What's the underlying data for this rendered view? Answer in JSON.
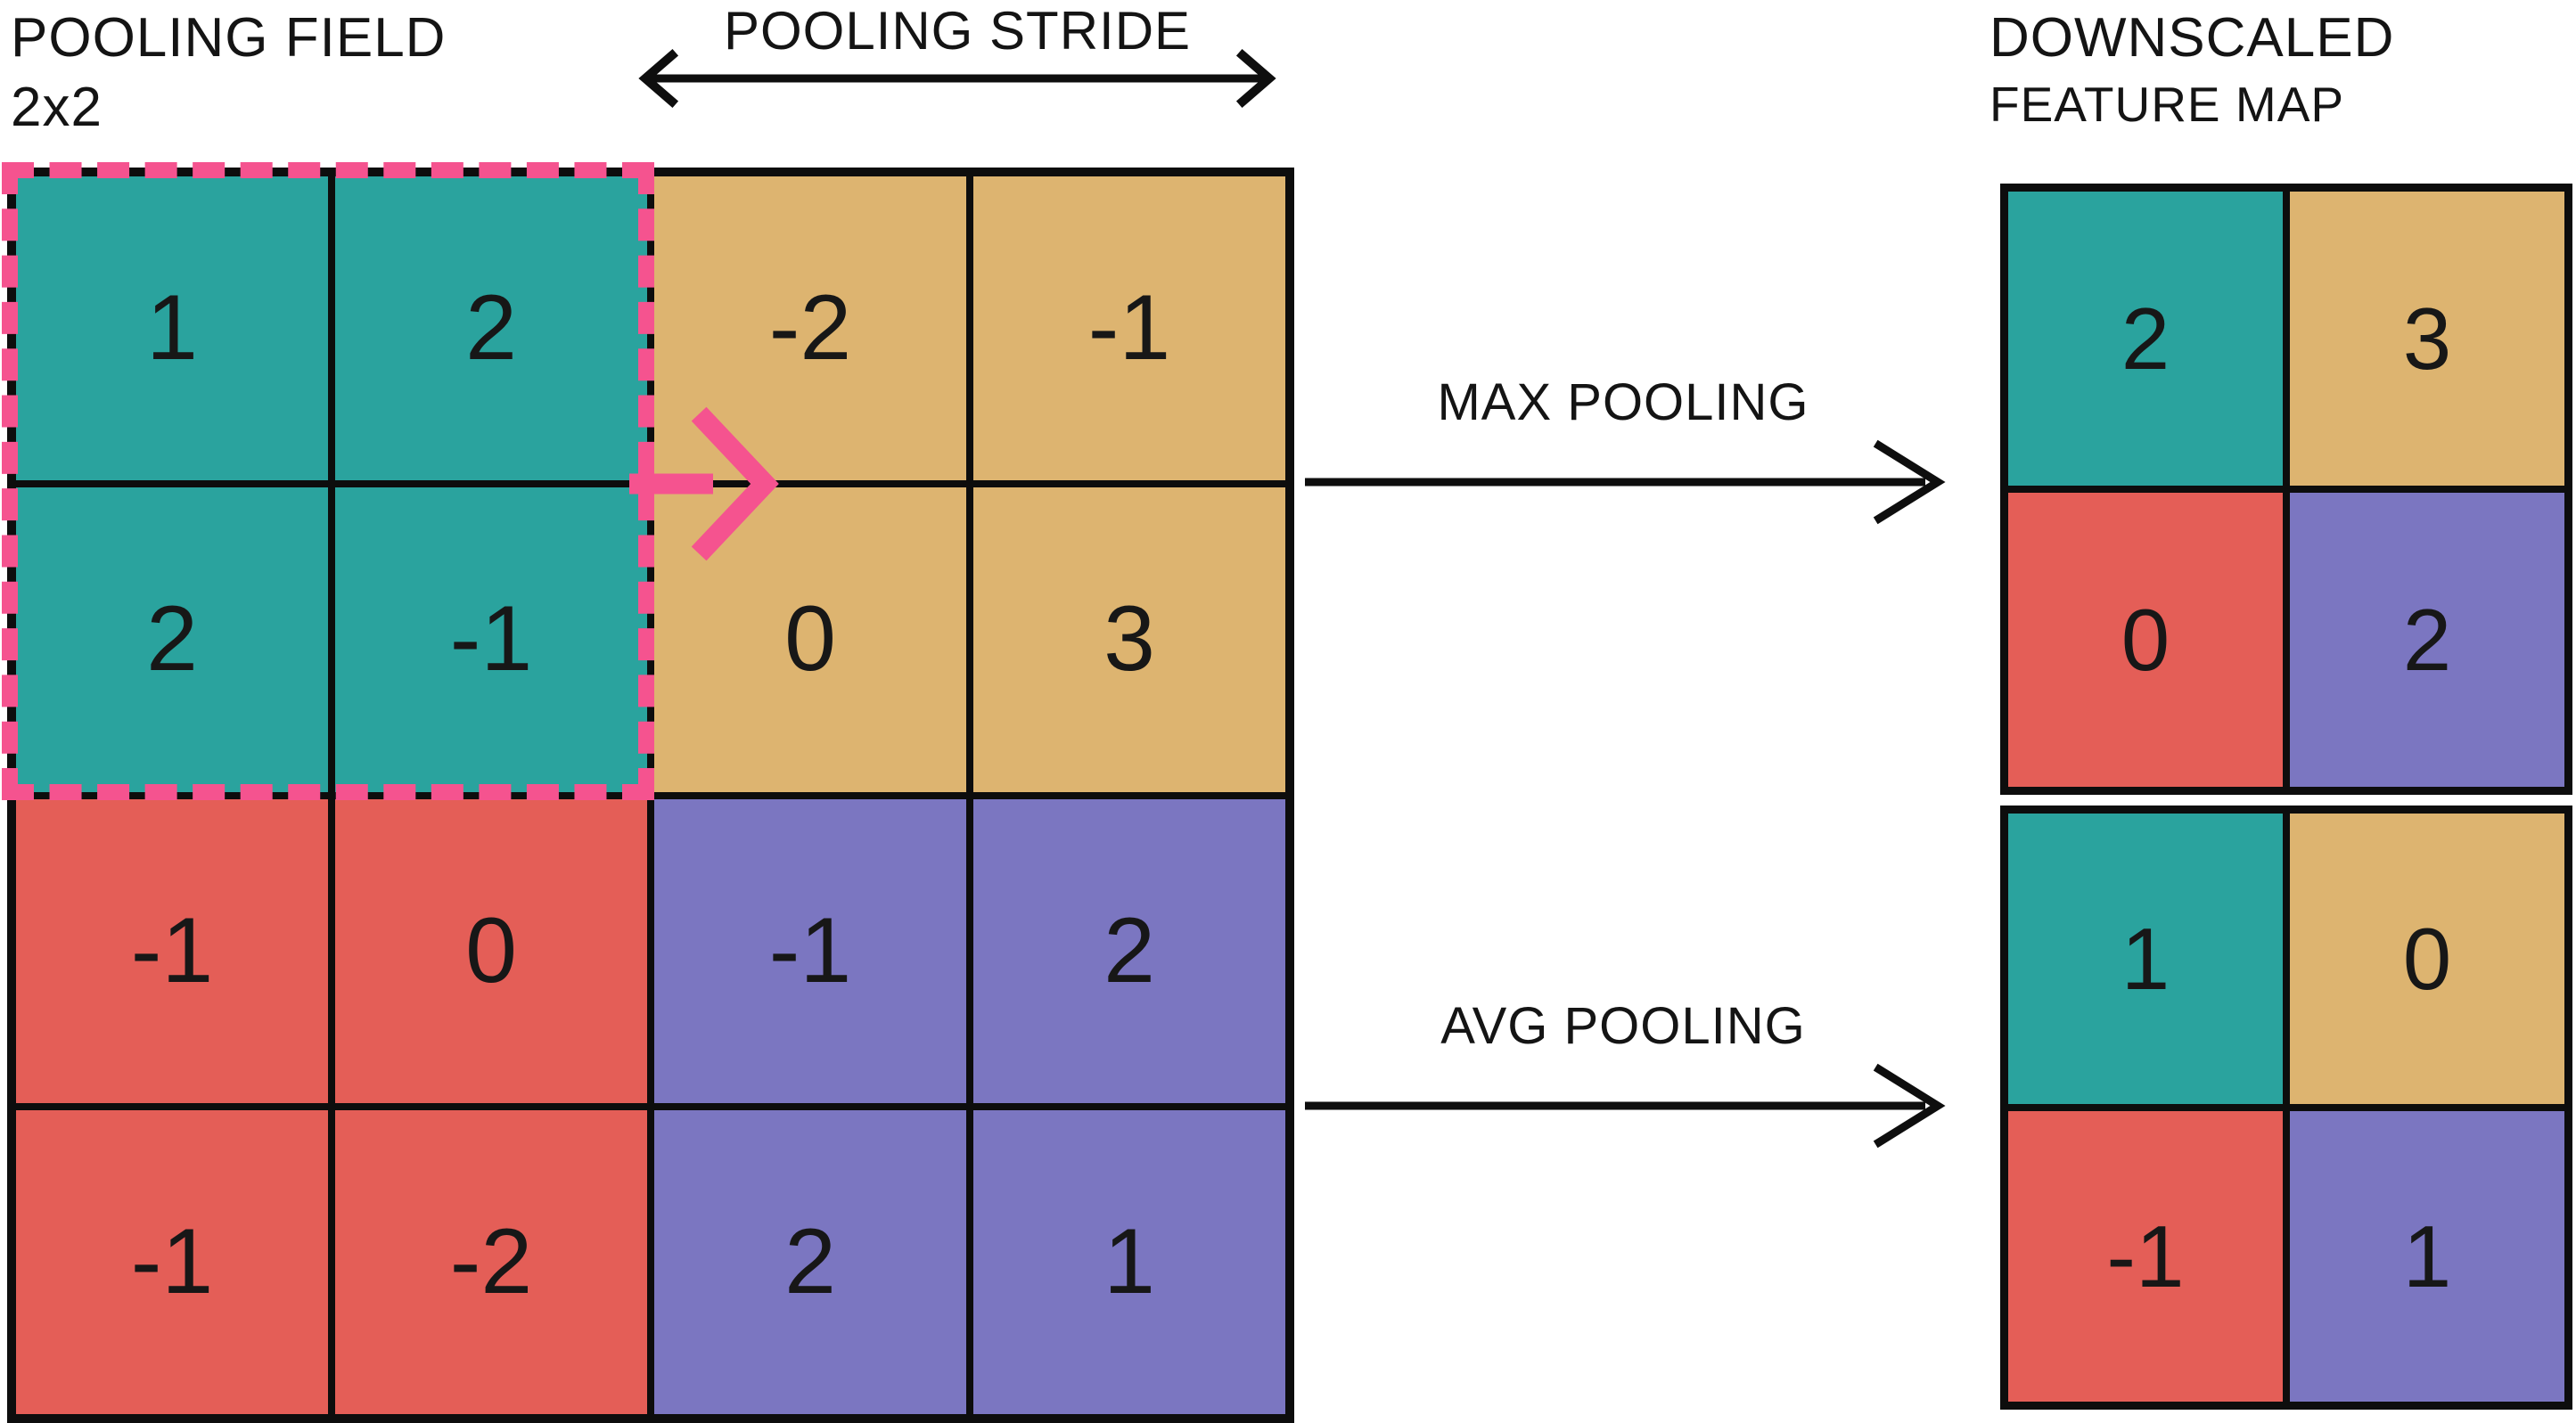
{
  "palette": {
    "teal": "#2aa39e",
    "tan": "#ddb470",
    "red": "#e45e57",
    "purple": "#7b76c1",
    "pink": "#f5538f",
    "ink": "#0e0e0e"
  },
  "labels": {
    "pooling_field_line1": "POOLING FIELD",
    "pooling_field_line2": "2x2",
    "pooling_stride": "POOLING STRIDE",
    "downscaled_line1": "DOWNSCALED",
    "downscaled_line2": "FEATURE MAP",
    "max_pooling": "MAX POOLING",
    "avg_pooling": "AVG POOLING"
  },
  "input_grid": {
    "rows": [
      [
        "1",
        "2",
        "-2",
        "-1"
      ],
      [
        "2",
        "-1",
        "0",
        "3"
      ],
      [
        "-1",
        "0",
        "-1",
        "2"
      ],
      [
        "-1",
        "-2",
        "2",
        "1"
      ]
    ],
    "quadrants": [
      [
        "teal",
        "teal",
        "tan",
        "tan"
      ],
      [
        "teal",
        "teal",
        "tan",
        "tan"
      ],
      [
        "red",
        "red",
        "purple",
        "purple"
      ],
      [
        "red",
        "red",
        "purple",
        "purple"
      ]
    ]
  },
  "max_output": {
    "rows": [
      [
        "2",
        "3"
      ],
      [
        "0",
        "2"
      ]
    ],
    "quadrants": [
      [
        "teal",
        "tan"
      ],
      [
        "red",
        "purple"
      ]
    ]
  },
  "avg_output": {
    "rows": [
      [
        "1",
        "0"
      ],
      [
        "-1",
        "1"
      ]
    ],
    "quadrants": [
      [
        "teal",
        "tan"
      ],
      [
        "red",
        "purple"
      ]
    ]
  }
}
